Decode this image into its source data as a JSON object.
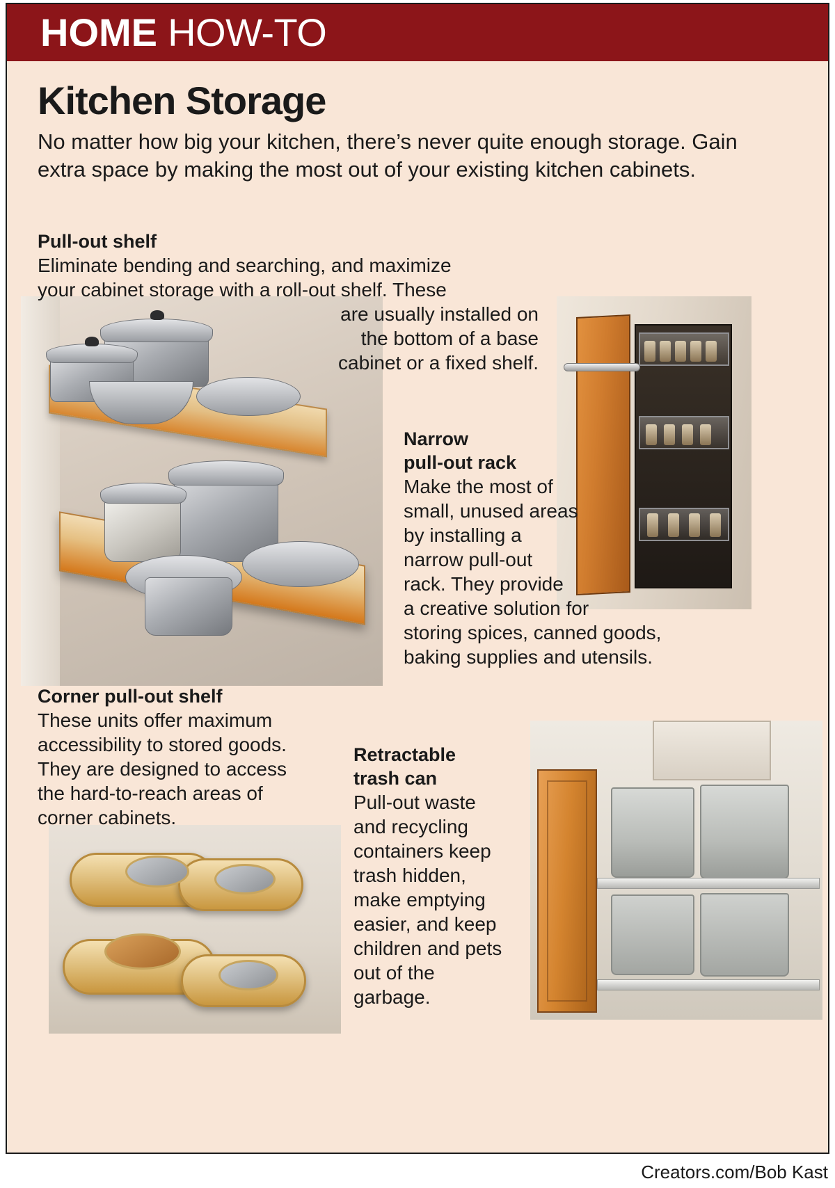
{
  "header": {
    "kicker_bold": "HOME",
    "kicker_light": "HOW-TO",
    "bar_color": "#8c1519",
    "background_color": "#f9e6d7"
  },
  "headline": "Kitchen Storage",
  "intro": "No matter how big your kitchen, there’s never quite enough storage. Gain extra space by making the most out of your existing kitchen cabinets.",
  "sections": {
    "pullout": {
      "heading": "Pull-out shelf",
      "body_line1": "Eliminate bending and searching, and maximize",
      "body_line2": "your cabinet storage with a roll-out shelf. These",
      "body_wrap1": "are usually installed on",
      "body_wrap2": "the bottom of a base",
      "body_wrap3": "cabinet or a fixed shelf."
    },
    "narrow": {
      "heading_line1": "Narrow",
      "heading_line2": "pull-out rack",
      "body_line1": "Make the most of",
      "body_line2": "small, unused areas",
      "body_line3": "by installing a",
      "body_line4": "narrow pull-out",
      "body_line5": "rack. They provide",
      "body_line6": "a creative solution for",
      "body_line7": "storing spices, canned goods,",
      "body_line8": "baking supplies and utensils."
    },
    "corner": {
      "heading": "Corner pull-out shelf",
      "body_line1": "These units offer maximum",
      "body_line2": "accessibility to stored goods.",
      "body_line3": "They are designed to access",
      "body_line4": "the hard-to-reach areas of",
      "body_line5": "corner cabinets."
    },
    "trash": {
      "heading_line1": "Retractable",
      "heading_line2": "trash can",
      "body_line1": "Pull-out waste",
      "body_line2": "and recycling",
      "body_line3": "containers keep",
      "body_line4": "trash hidden,",
      "body_line5": "make emptying",
      "body_line6": "easier, and keep",
      "body_line7": "children and pets",
      "body_line8": "out of the",
      "body_line9": "garbage."
    }
  },
  "credit": "Creators.com/Bob Kast"
}
